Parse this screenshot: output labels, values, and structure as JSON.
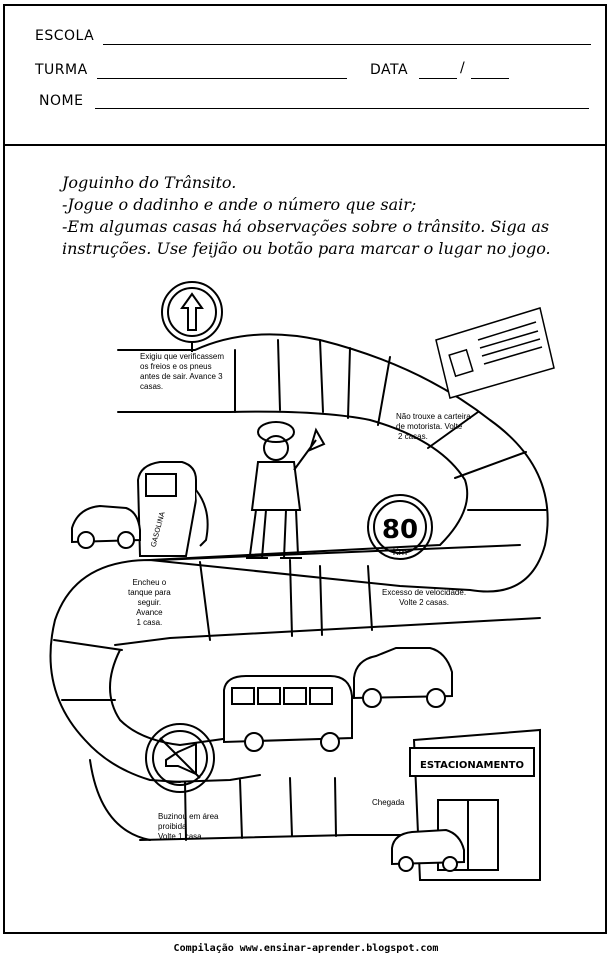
{
  "header": {
    "escola_label": "ESCOLA",
    "turma_label": "TURMA",
    "data_label": "DATA",
    "data_separator": "/",
    "nome_label": "NOME"
  },
  "title": {
    "line1": "Joguinho do Trânsito.",
    "line2": "-Jogue o dadinho e ande o número que sair;",
    "line3": "-Em algumas casas há observações sobre o trânsito. Siga as",
    "line4": "instruções. Use feijão ou botão para marcar o lugar no jogo."
  },
  "notes": {
    "verify": [
      "Exigiu que verificassem",
      "os freios e os pneus",
      "antes de sair. Avance 3",
      "casas."
    ],
    "license": [
      "Não trouxe a carteira",
      "de motorista. Volte",
      "2 casas."
    ],
    "fuel": [
      "Encheu o",
      "tanque para",
      "seguir.",
      "Avance",
      "1 casa."
    ],
    "speed": [
      "Excesso de velocidade.",
      "Volte 2 casas."
    ],
    "horn": [
      "Buzinou em área",
      "proibida",
      "Volte 1 casa"
    ],
    "finish": "Chegada"
  },
  "signs": {
    "speed_value": "80",
    "speed_unit": "Km",
    "parking": "ESTACIONAMENTO",
    "gas_pump": "GASOLINA"
  },
  "footer": {
    "credit": "Compilação www.ensinar-aprender.blogspot.com"
  }
}
